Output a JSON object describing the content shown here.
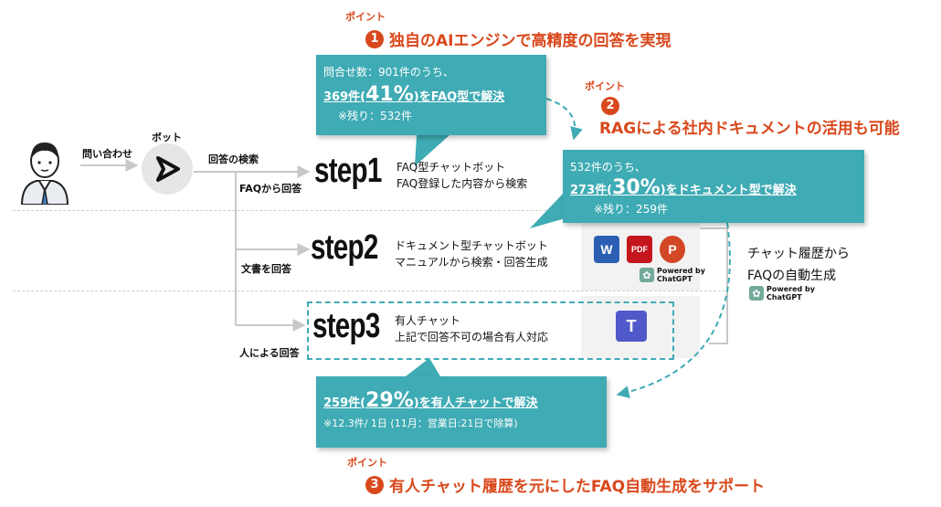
{
  "points": [
    {
      "label": "ポイント",
      "number": "1",
      "title": "独自のAIエンジンで高精度の回答を実現"
    },
    {
      "label": "ポイント",
      "number": "2",
      "title": "RAGによる社内ドキュメントの活用も可能"
    },
    {
      "label": "ポイント",
      "number": "3",
      "title": "有人チャット履歴を元にしたFAQ自動生成をサポート"
    }
  ],
  "flow": {
    "inquiry_label": "問い合わせ",
    "bot_label": "ボット",
    "search_label": "回答の検索",
    "faq_answer_label": "FAQから回答",
    "doc_answer_label": "文書を回答",
    "human_answer_label": "人による回答"
  },
  "steps": [
    {
      "word": "step1",
      "line1": "FAQ型チャットボット",
      "line2": "FAQ登録した内容から検索"
    },
    {
      "word": "step2",
      "line1": "ドキュメント型チャットボット",
      "line2": "マニュアルから検索・回答生成"
    },
    {
      "word": "step3",
      "line1": "有人チャット",
      "line2": "上記で回答不可の場合有人対応"
    }
  ],
  "callout1": {
    "line1": "問合せ数：901件のうち、",
    "count": "369件(",
    "pct": "41%",
    "tail": ")をFAQ型で解決",
    "remain": "※残り：532件"
  },
  "callout2": {
    "line1": "532件のうち、",
    "count": "273件(",
    "pct": "30%",
    "tail": ")をドキュメント型で解決",
    "remain": "※残り：259件"
  },
  "callout3": {
    "count": "259件(",
    "pct": "29%",
    "tail": ")を有人チャットで解決",
    "note": "※12.3件/ 1日 (11月：営業日:21日で除算)"
  },
  "side": {
    "line1": "チャット履歴から",
    "line2": "FAQの自動生成"
  },
  "powered": {
    "line1": "Powered by",
    "line2": "ChatGPT"
  },
  "office_icons": {
    "word": "W",
    "pdf": "PDF",
    "ppt": "P"
  },
  "teams_icon": "T",
  "colors": {
    "accent": "#d9481c",
    "teal": "#3fabb4"
  }
}
